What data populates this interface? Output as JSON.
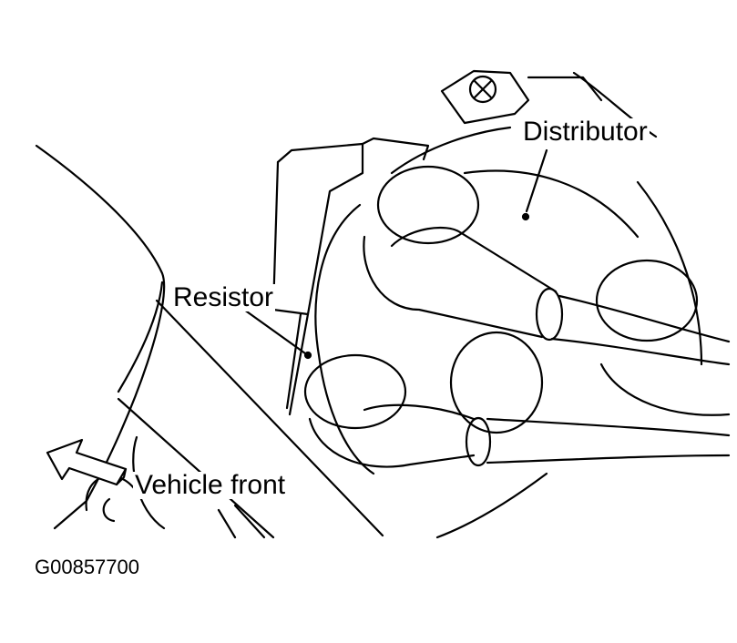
{
  "labels": {
    "distributor": "Distributor",
    "resistor": "Resistor",
    "vehicle_front": "Vehicle  front"
  },
  "figure_code": "G00857700",
  "colors": {
    "line": "#000000",
    "background": "#ffffff"
  }
}
